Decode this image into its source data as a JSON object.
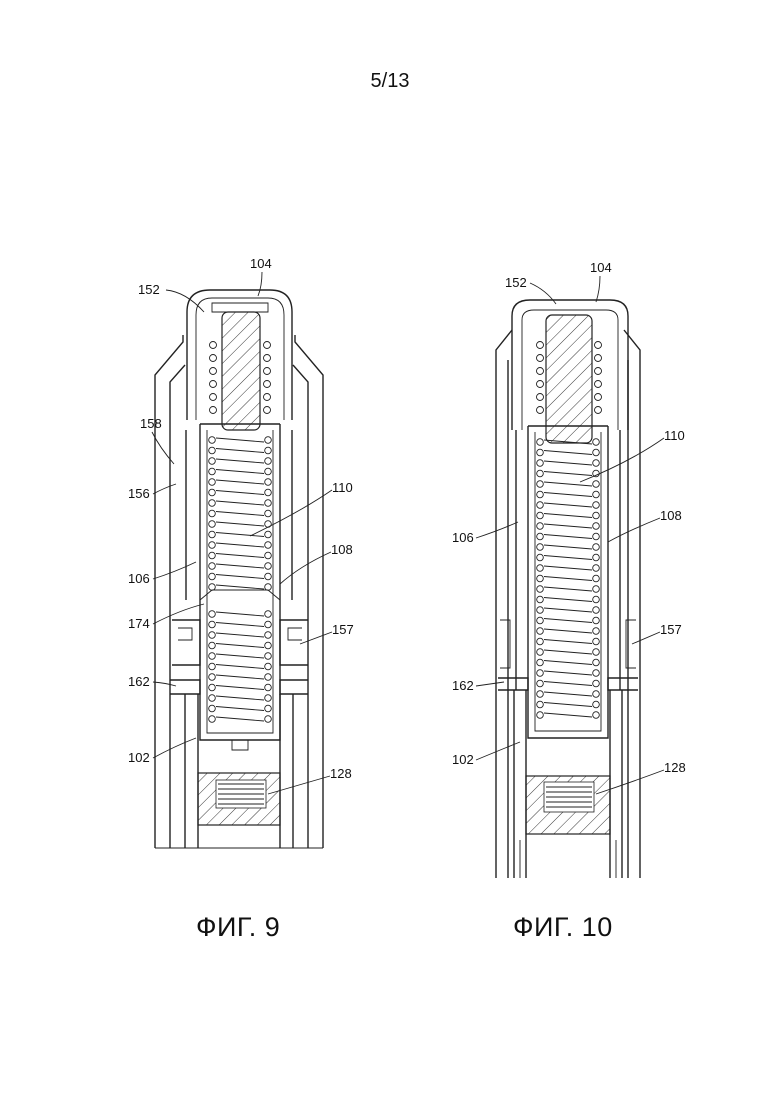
{
  "page": {
    "number": "5/13"
  },
  "figures": [
    {
      "id": "fig9",
      "caption": "ФИГ. 9",
      "labels": {
        "l104": "104",
        "l152": "152",
        "l158": "158",
        "l156": "156",
        "l110": "110",
        "l108": "108",
        "l106": "106",
        "l174": "174",
        "l157": "157",
        "l162": "162",
        "l102": "102",
        "l128": "128"
      }
    },
    {
      "id": "fig10",
      "caption": "ФИГ. 10",
      "labels": {
        "l152": "152",
        "l104": "104",
        "l110": "110",
        "l106": "106",
        "l108": "108",
        "l157": "157",
        "l162": "162",
        "l102": "102",
        "l128": "128"
      }
    }
  ]
}
